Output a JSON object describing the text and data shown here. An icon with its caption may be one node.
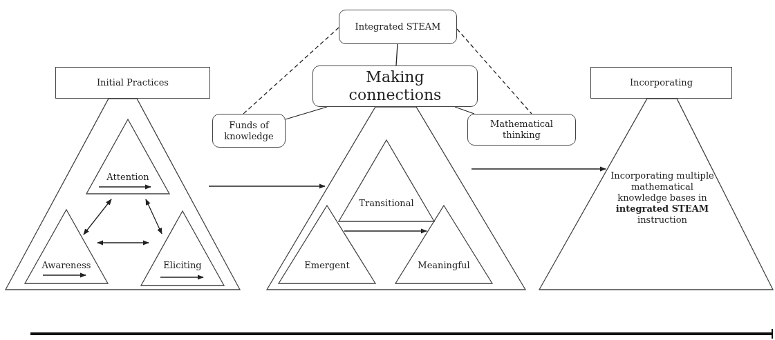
{
  "diagram": {
    "nodes": [
      {
        "text": [
          "Initial Practices"
        ]
      },
      {
        "text": [],
        "shape": "triangle"
      },
      {
        "text": [
          "Attention"
        ],
        "in": 1
      },
      {
        "text": [
          "Awareness"
        ],
        "in": 1
      },
      {
        "text": [
          "Eliciting"
        ],
        "in": 1
      },
      {
        "text": [
          "Integrated STEAM"
        ]
      },
      {
        "text": [
          "Making connections"
        ]
      },
      {
        "text": [
          "Funds of knowledge"
        ]
      },
      {
        "text": [
          "Mathematical thinking"
        ]
      },
      {
        "text": [],
        "shape": "triangle"
      },
      {
        "text": [
          "Transitional"
        ],
        "in": 9
      },
      {
        "text": [
          "Emergent"
        ],
        "in": 9
      },
      {
        "text": [
          "Meaningful"
        ],
        "in": 9
      },
      {
        "text": [
          "Incorporating"
        ]
      },
      {
        "text": [
          "Incorporating multiple mathematical knowledge bases in **integrated STEAM** instruction"
        ]
      }
    ],
    "edges": [
      {
        "from": 2,
        "to": 3,
        "arrow": "both"
      },
      {
        "from": 2,
        "to": 4,
        "arrow": "both"
      },
      {
        "from": 3,
        "to": 4,
        "arrow": "both"
      },
      {
        "from": 1,
        "to": 9,
        "arrow": "to"
      },
      {
        "from": 5,
        "to": 6,
        "arrow": "none"
      },
      {
        "from": 5,
        "to": 7,
        "arrow": "none",
        "style": "dashed"
      },
      {
        "from": 5,
        "to": 8,
        "arrow": "none",
        "style": "dashed"
      },
      {
        "from": 6,
        "to": 7,
        "arrow": "none"
      },
      {
        "from": 6,
        "to": 8,
        "arrow": "none"
      },
      {
        "from": 11,
        "to": 12,
        "arrow": "to"
      },
      {
        "from": 9,
        "to": 14,
        "arrow": "to"
      }
    ]
  }
}
